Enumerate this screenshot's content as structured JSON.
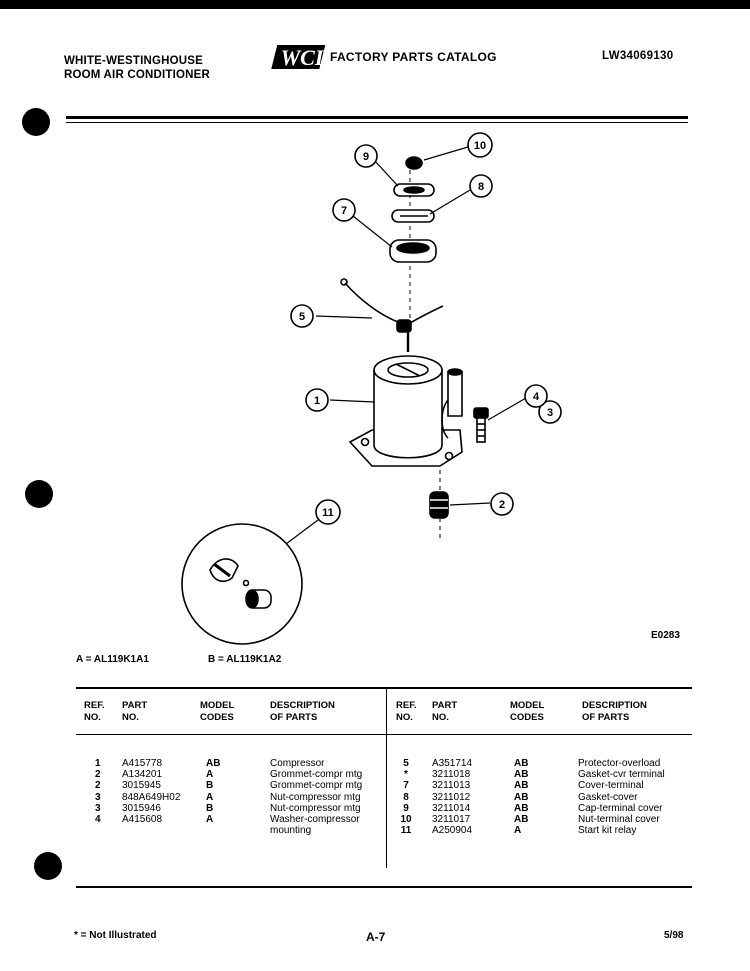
{
  "header": {
    "brand_line1": "WHITE-WESTINGHOUSE",
    "brand_line2": "ROOM AIR CONDITIONER",
    "logo_text": "WCI",
    "catalog_title": "FACTORY PARTS CATALOG",
    "catalog_number": "LW34069130"
  },
  "diagram": {
    "code": "E0283",
    "callouts": [
      "1",
      "2",
      "3",
      "4",
      "5",
      "7",
      "8",
      "9",
      "10",
      "11"
    ]
  },
  "models": {
    "a": "A = AL119K1A1",
    "b": "B = AL119K1A2"
  },
  "table": {
    "headers": {
      "ref": [
        "REF.",
        "NO."
      ],
      "part": [
        "PART",
        "NO."
      ],
      "model": [
        "MODEL",
        "CODES"
      ],
      "desc": [
        "DESCRIPTION",
        "OF PARTS"
      ]
    },
    "left": {
      "ref": [
        "1",
        "2",
        "2",
        "3",
        "3",
        "4",
        ""
      ],
      "part": [
        "A415778",
        "A134201",
        "3015945",
        "848A649H02",
        "3015946",
        "A415608",
        ""
      ],
      "model": [
        "AB",
        "A",
        "B",
        "A",
        "B",
        "A",
        ""
      ],
      "desc": [
        "Compressor",
        "Grommet-compr mtg",
        "Grommet-compr mtg",
        "Nut-compressor mtg",
        "Nut-compressor mtg",
        "Washer-compressor",
        "mounting"
      ]
    },
    "right": {
      "ref": [
        "5",
        "*",
        "7",
        "8",
        "9",
        "10",
        "11"
      ],
      "part": [
        "A351714",
        "3211018",
        "3211013",
        "3211012",
        "3211014",
        "3211017",
        "A250904"
      ],
      "model": [
        "AB",
        "AB",
        "AB",
        "AB",
        "AB",
        "AB",
        "A"
      ],
      "desc": [
        "Protector-overload",
        "Gasket-cvr terminal",
        "Cover-terminal",
        "Gasket-cover",
        "Cap-terminal cover",
        "Nut-terminal cover",
        "Start kit relay"
      ]
    }
  },
  "footer": {
    "note": "* = Not Illustrated",
    "page": "A-7",
    "date": "5/98"
  }
}
